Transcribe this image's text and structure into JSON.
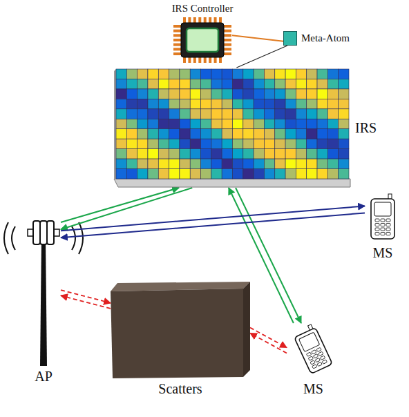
{
  "diagram": {
    "nodes": [
      {
        "text": [
          "IRS Controller"
        ]
      },
      {
        "text": [
          "Meta-Atom"
        ]
      },
      {
        "text": [
          "IRS"
        ]
      },
      {
        "text": [
          "AP"
        ]
      },
      {
        "text": [
          "MS"
        ]
      },
      {
        "text": [
          "Scatters"
        ]
      },
      {
        "text": [
          "MS"
        ]
      }
    ],
    "edges": [
      {
        "from": 3,
        "to": 2,
        "arrow": "to"
      },
      {
        "from": 2,
        "to": 3,
        "arrow": "to"
      },
      {
        "from": 2,
        "to": 6,
        "arrow": "to"
      },
      {
        "from": 6,
        "to": 2,
        "arrow": "to"
      },
      {
        "from": 3,
        "to": 4,
        "arrow": "to"
      },
      {
        "from": 4,
        "to": 3,
        "arrow": "to"
      },
      {
        "from": 5,
        "to": 3,
        "arrow": "to"
      },
      {
        "from": 3,
        "to": 5,
        "arrow": "to"
      },
      {
        "from": 6,
        "to": 5,
        "arrow": "to"
      },
      {
        "from": 5,
        "to": 6,
        "arrow": "to"
      },
      {
        "from": 0,
        "to": 1,
        "arrow": "none"
      },
      {
        "from": 1,
        "to": 2,
        "arrow": "none"
      }
    ]
  }
}
